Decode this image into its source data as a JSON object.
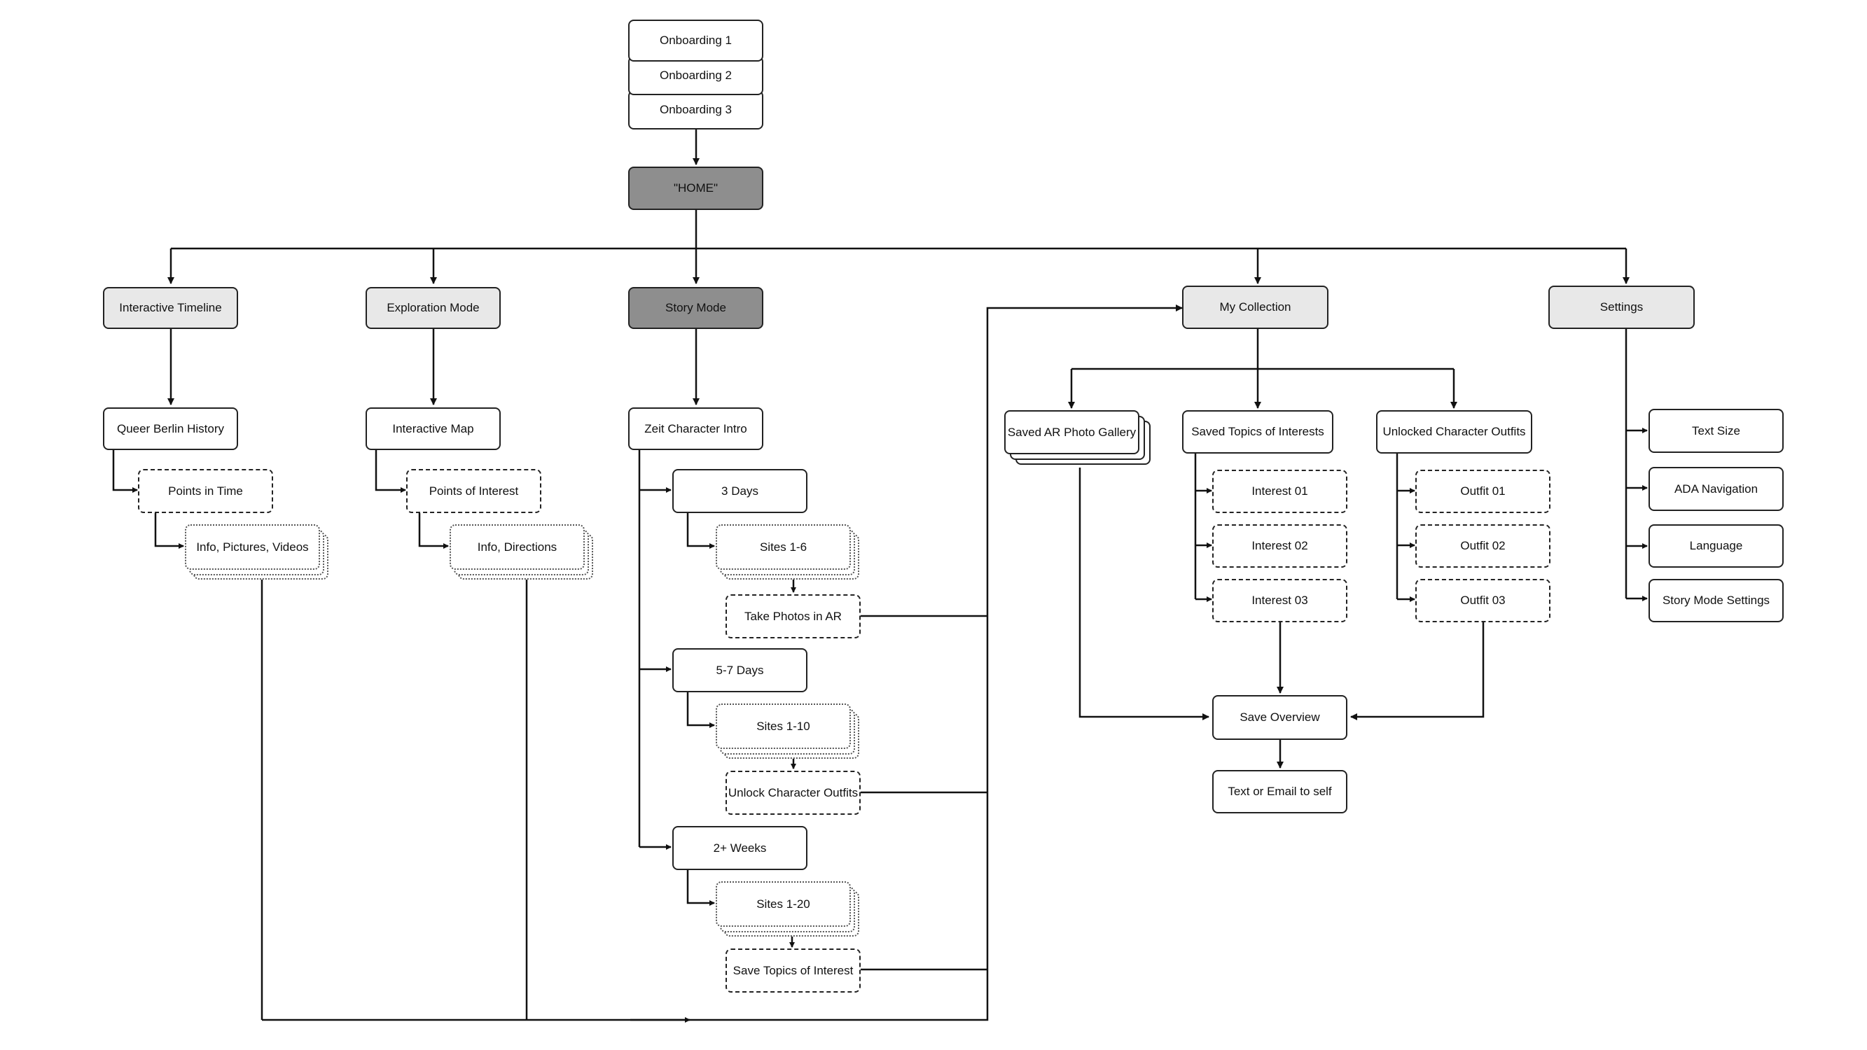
{
  "onboarding": {
    "step1": "Onboarding 1",
    "step2": "Onboarding 2",
    "step3": "Onboarding 3"
  },
  "home": "\"HOME\"",
  "sections": {
    "timeline": "Interactive Timeline",
    "exploration": "Exploration Mode",
    "story": "Story Mode",
    "collection": "My Collection",
    "settings": "Settings"
  },
  "timeline": {
    "history": "Queer Berlin History",
    "points": "Points in Time",
    "info": "Info, Pictures, Videos"
  },
  "exploration": {
    "map": "Interactive Map",
    "points": "Points of Interest",
    "info": "Info, Directions"
  },
  "story": {
    "intro": "Zeit Character Intro",
    "days3": "3 Days",
    "sites6": "Sites 1-6",
    "photos": "Take Photos in AR",
    "days57": "5-7 Days",
    "sites10": "Sites 1-10",
    "outfits": "Unlock Character Outfits",
    "weeks2": "2+ Weeks",
    "sites20": "Sites 1-20",
    "topics": "Save Topics of Interest"
  },
  "collection": {
    "gallery": "Saved AR Photo Gallery",
    "topics": "Saved Topics of Interests",
    "outfits": "Unlocked Character Outfits",
    "interest1": "Interest 01",
    "interest2": "Interest 02",
    "interest3": "Interest 03",
    "outfit1": "Outfit 01",
    "outfit2": "Outfit 02",
    "outfit3": "Outfit 03",
    "overview": "Save Overview",
    "share": "Text or Email to self"
  },
  "settings": {
    "text_size": "Text Size",
    "ada": "ADA Navigation",
    "language": "Language",
    "story_settings": "Story Mode Settings"
  }
}
